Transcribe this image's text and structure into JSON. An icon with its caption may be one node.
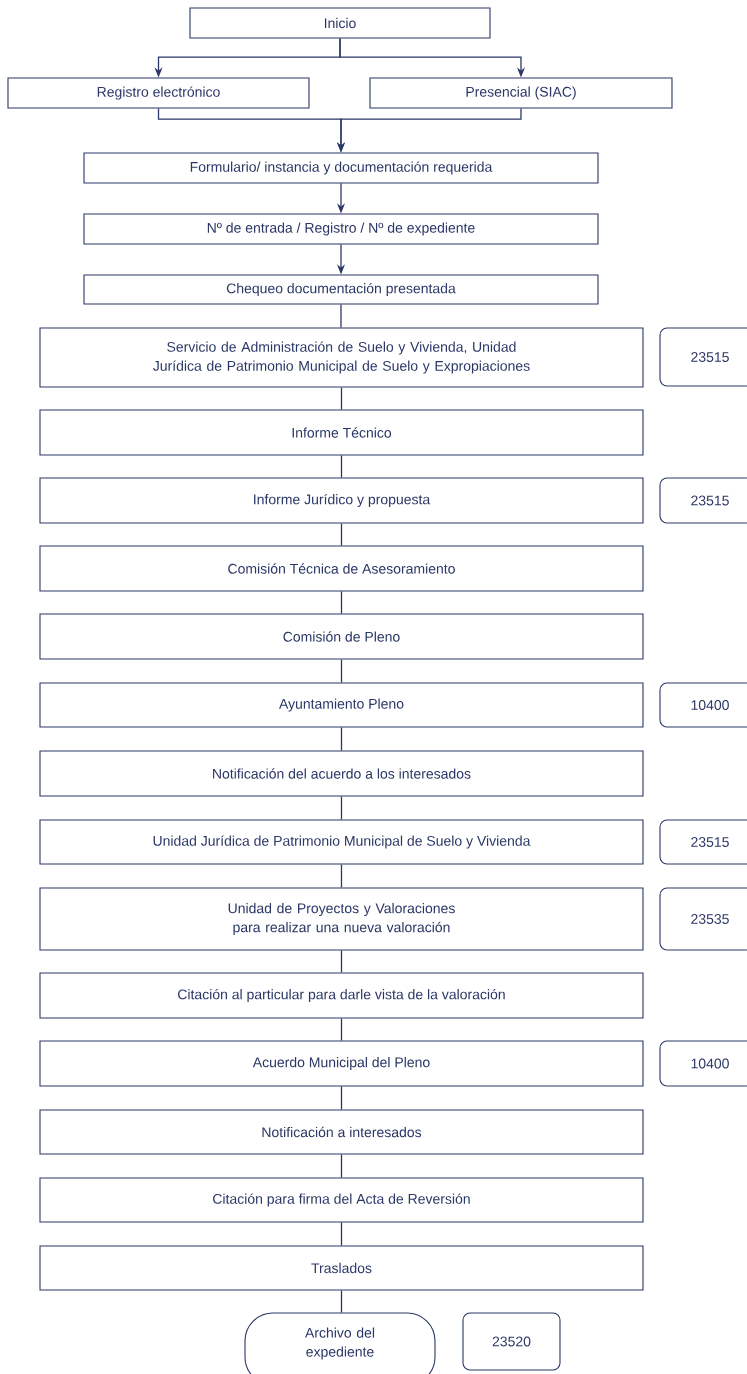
{
  "diagram": {
    "nodes": [
      {
        "text": [
          "Inicio"
        ]
      },
      {
        "text": [
          "Registro electrónico"
        ]
      },
      {
        "text": [
          "Presencial (SIAC)"
        ]
      },
      {
        "text": [
          "Formulario/ instancia y documentación requerida"
        ]
      },
      {
        "text": [
          "Nº de entrada / Registro / Nº de expediente"
        ]
      },
      {
        "text": [
          "Chequeo documentación presentada"
        ]
      },
      {
        "text": [
          "Servicio de Administración de Suelo y Vivienda, Unidad Jurídica de Patrimonio Municipal de Suelo y Expropiaciones"
        ]
      },
      {
        "text": [
          "23515"
        ]
      },
      {
        "text": [
          "Informe Técnico"
        ]
      },
      {
        "text": [
          "Informe Jurídico y propuesta"
        ]
      },
      {
        "text": [
          "23515"
        ]
      },
      {
        "text": [
          "Comisión Técnica de Asesoramiento"
        ]
      },
      {
        "text": [
          "Comisión de Pleno"
        ]
      },
      {
        "text": [
          "Ayuntamiento Pleno"
        ]
      },
      {
        "text": [
          "10400"
        ]
      },
      {
        "text": [
          "Notificación del acuerdo a los interesados"
        ]
      },
      {
        "text": [
          "Unidad Jurídica de Patrimonio Municipal de Suelo y Vivienda"
        ]
      },
      {
        "text": [
          "23515"
        ]
      },
      {
        "text": [
          "Unidad de Proyectos y Valoraciones para realizar una nueva valoración"
        ]
      },
      {
        "text": [
          "23535"
        ]
      },
      {
        "text": [
          "Citación al particular para darle vista de la valoración"
        ]
      },
      {
        "text": [
          "Acuerdo Municipal del Pleno"
        ]
      },
      {
        "text": [
          "10400"
        ]
      },
      {
        "text": [
          "Notificación a interesados"
        ]
      },
      {
        "text": [
          "Citación para firma del Acta de Reversión"
        ]
      },
      {
        "text": [
          "Traslados"
        ]
      },
      {
        "text": [
          "Archivo del expediente"
        ]
      },
      {
        "text": [
          "23520"
        ]
      }
    ],
    "edges": [
      {
        "from": 0,
        "to": 1,
        "arrow": "to"
      },
      {
        "from": 0,
        "to": 2,
        "arrow": "to"
      },
      {
        "from": 1,
        "to": 3,
        "arrow": "to"
      },
      {
        "from": 2,
        "to": 3,
        "arrow": "to"
      },
      {
        "from": 3,
        "to": 4,
        "arrow": "to"
      },
      {
        "from": 4,
        "to": 5,
        "arrow": "to"
      },
      {
        "from": 5,
        "to": 6,
        "arrow": "none"
      },
      {
        "from": 6,
        "to": 8,
        "arrow": "none"
      },
      {
        "from": 8,
        "to": 9,
        "arrow": "none"
      },
      {
        "from": 9,
        "to": 11,
        "arrow": "none"
      },
      {
        "from": 11,
        "to": 12,
        "arrow": "none"
      },
      {
        "from": 12,
        "to": 13,
        "arrow": "none"
      },
      {
        "from": 13,
        "to": 15,
        "arrow": "none"
      },
      {
        "from": 15,
        "to": 16,
        "arrow": "none"
      },
      {
        "from": 16,
        "to": 18,
        "arrow": "none"
      },
      {
        "from": 18,
        "to": 20,
        "arrow": "none"
      },
      {
        "from": 20,
        "to": 21,
        "arrow": "none"
      },
      {
        "from": 21,
        "to": 23,
        "arrow": "none"
      },
      {
        "from": 23,
        "to": 24,
        "arrow": "none"
      },
      {
        "from": 24,
        "to": 25,
        "arrow": "none"
      },
      {
        "from": 25,
        "to": 26,
        "arrow": "none"
      }
    ]
  }
}
